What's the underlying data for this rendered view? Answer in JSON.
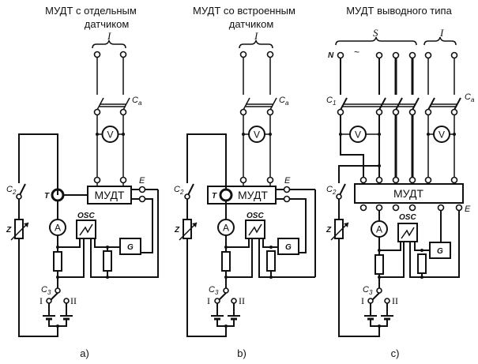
{
  "diagrams": [
    {
      "id": "a",
      "title_line1": "МУДТ с отдельным",
      "title_line2": "датчиком",
      "caption": "a)",
      "bus_label": "I",
      "device_label": "МУДТ",
      "sensor_label": "T",
      "earth_label": "E",
      "breaker_label": "C",
      "breaker_sub": "a",
      "switch2_label": "C",
      "switch2_sub": "2",
      "switch3_label": "C",
      "switch3_sub": "3",
      "impedance_label": "Z",
      "ammeter": "A",
      "voltmeter": "V",
      "oscilloscope": "OSC",
      "generator": "G",
      "source_I": "I",
      "source_II": "II"
    },
    {
      "id": "b",
      "title_line1": "МУДТ со встроенным",
      "title_line2": "датчиком",
      "caption": "b)",
      "bus_label": "I",
      "device_label": "МУДТ",
      "sensor_label": "T",
      "earth_label": "E",
      "breaker_label": "C",
      "breaker_sub": "a",
      "switch2_label": "C",
      "switch2_sub": "2",
      "switch3_label": "C",
      "switch3_sub": "3",
      "impedance_label": "Z",
      "ammeter": "A",
      "voltmeter": "V",
      "oscilloscope": "OSC",
      "generator": "G",
      "source_I": "I",
      "source_II": "II"
    },
    {
      "id": "c",
      "title_line1": "МУДТ выводного типа",
      "caption": "c)",
      "bus_label_S": "S",
      "bus_label_I": "I",
      "neutral_label": "N",
      "ac_symbol": "~",
      "device_label": "МУДТ",
      "earth_label": "E",
      "breaker1_label": "C",
      "breaker1_sub": "1",
      "breaker_label": "C",
      "breaker_sub": "a",
      "switch2_label": "C",
      "switch2_sub": "2",
      "switch3_label": "C",
      "switch3_sub": "3",
      "impedance_label": "Z",
      "ammeter": "A",
      "voltmeter": "V",
      "oscilloscope": "OSC",
      "generator": "G",
      "source_I": "I",
      "source_II": "II"
    }
  ]
}
